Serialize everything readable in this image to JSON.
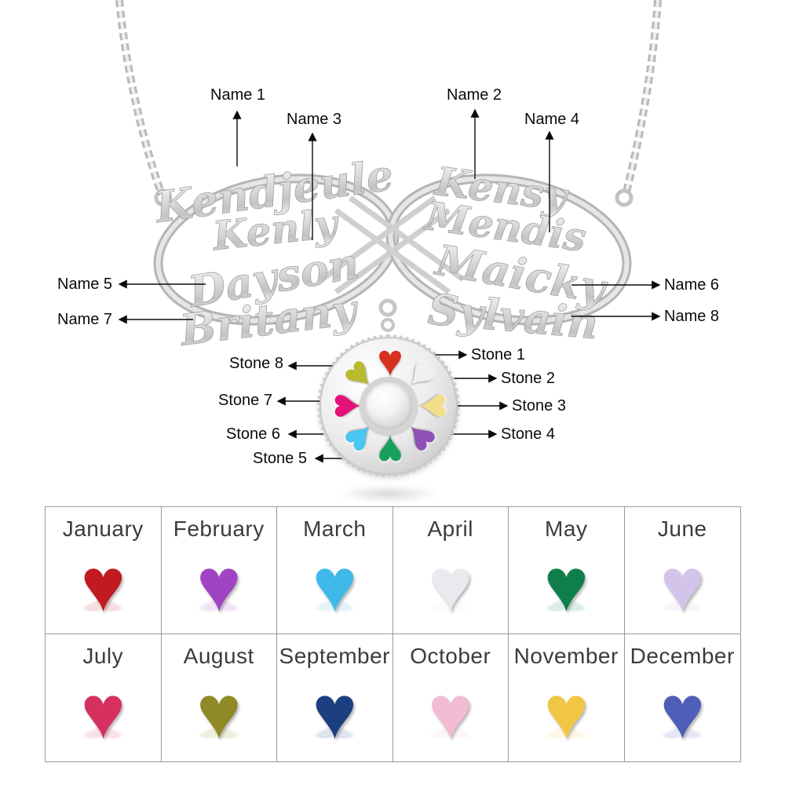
{
  "icons": {
    "heart": "♥"
  },
  "annotations": {
    "names": [
      {
        "label": "Name 1",
        "engraving": "Kendjeule"
      },
      {
        "label": "Name 2",
        "engraving": "Kensy"
      },
      {
        "label": "Name 3",
        "engraving": "Kenly"
      },
      {
        "label": "Name 4",
        "engraving": "Mendis"
      },
      {
        "label": "Name 5",
        "engraving": "Dayson"
      },
      {
        "label": "Name 6",
        "engraving": "Maicky"
      },
      {
        "label": "Name 7",
        "engraving": "Britany"
      },
      {
        "label": "Name 8",
        "engraving": "Sylvain"
      }
    ],
    "stones": [
      {
        "label": "Stone 1",
        "position": "top",
        "color": "#d6301f"
      },
      {
        "label": "Stone 2",
        "position": "top-right",
        "color": "#f0f0f0"
      },
      {
        "label": "Stone 3",
        "position": "right",
        "color": "#f3df8a"
      },
      {
        "label": "Stone 4",
        "position": "bottom-right",
        "color": "#8f51b5"
      },
      {
        "label": "Stone 5",
        "position": "bottom",
        "color": "#16a05c"
      },
      {
        "label": "Stone 6",
        "position": "bottom-left",
        "color": "#49c6f2"
      },
      {
        "label": "Stone 7",
        "position": "left",
        "color": "#e3127a"
      },
      {
        "label": "Stone 8",
        "position": "top-left",
        "color": "#b9bb2e"
      }
    ]
  },
  "birthstone_table": {
    "months": [
      {
        "name": "January",
        "color": "#c11a20"
      },
      {
        "name": "February",
        "color": "#a044c4"
      },
      {
        "name": "March",
        "color": "#41b9e8"
      },
      {
        "name": "April",
        "color": "#eaeaee"
      },
      {
        "name": "May",
        "color": "#0e7f4b"
      },
      {
        "name": "June",
        "color": "#d3c4ea"
      },
      {
        "name": "July",
        "color": "#d63061"
      },
      {
        "name": "August",
        "color": "#8f8a26"
      },
      {
        "name": "September",
        "color": "#1c3f80"
      },
      {
        "name": "October",
        "color": "#f2bcd3"
      },
      {
        "name": "November",
        "color": "#f2c645"
      },
      {
        "name": "December",
        "color": "#4f5fb8"
      }
    ]
  },
  "colors": {
    "silver": "#d9d9d9",
    "annotation": "#0b0b0b",
    "grid_border": "#9a9a9a"
  }
}
